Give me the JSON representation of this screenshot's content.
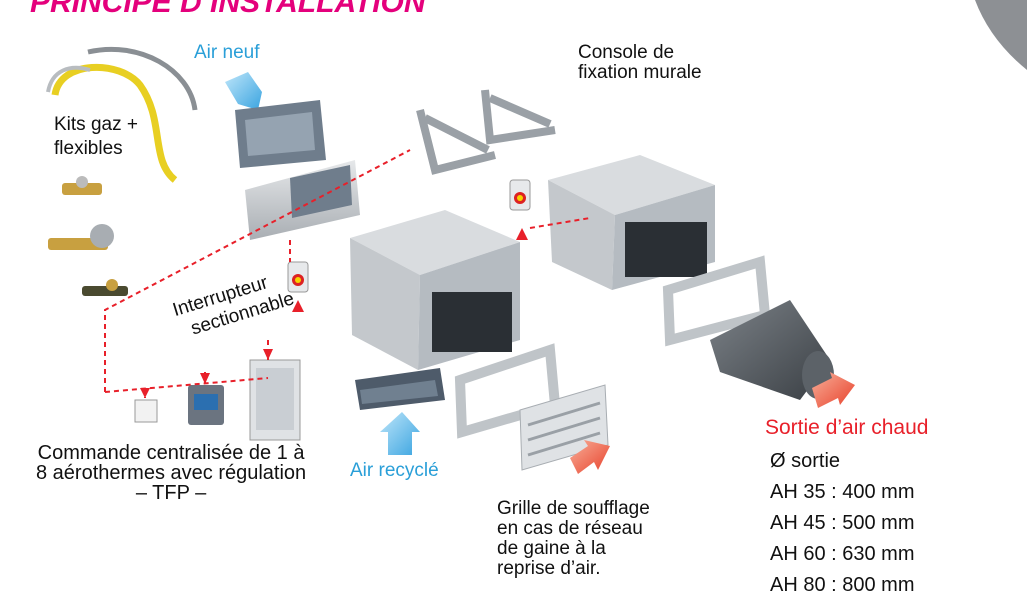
{
  "title": "PRINCIPE D’INSTALLATION",
  "labels": {
    "air_neuf": "Air neuf",
    "console": [
      "Console de",
      "fixation murale"
    ],
    "kits_gaz": [
      "Kits gaz +",
      "flexibles"
    ],
    "interrupteur": [
      "Interrupteur",
      "sectionnable"
    ],
    "commande": [
      "Commande centralisée de 1 à",
      "8 aérothermes avec régulation",
      "– TFP –"
    ],
    "air_recycle": "Air recyclé",
    "grille": [
      "Grille de soufflage",
      "en cas de réseau",
      "de gaine à la",
      "reprise d’air."
    ],
    "sortie": "Sortie d’air chaud",
    "specs": [
      "Ø sortie",
      "AH 35 : 400 mm",
      "AH 45 : 500 mm",
      "AH 60 : 630 mm",
      "AH 80 : 800 mm"
    ]
  },
  "colors": {
    "title": "#e4007c",
    "blue_label": "#2a9fd8",
    "red_label": "#e8202a",
    "connection": "#e8202a"
  }
}
